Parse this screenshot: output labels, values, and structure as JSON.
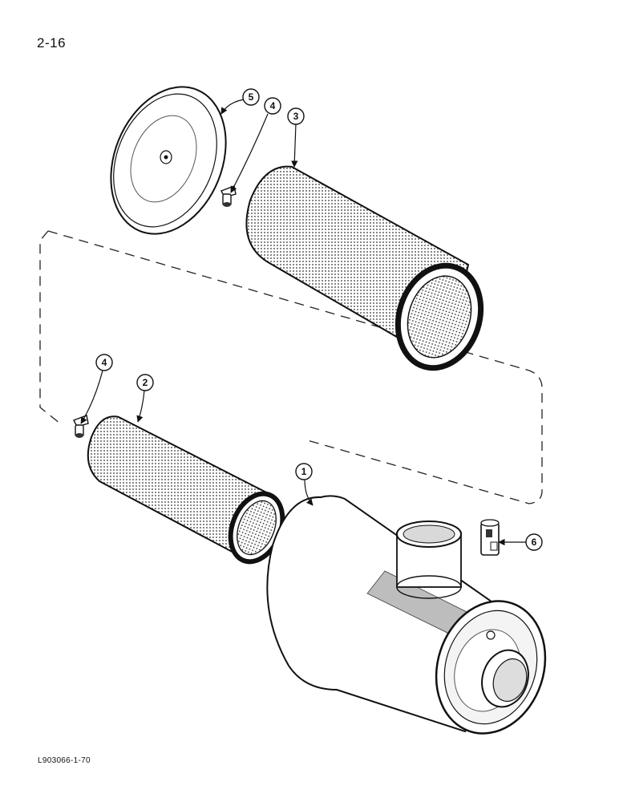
{
  "page_number": "2-16",
  "figure_code": "L903066-1-70",
  "callouts": [
    {
      "id": "callout-5",
      "label": "5"
    },
    {
      "id": "callout-4-upper",
      "label": "4"
    },
    {
      "id": "callout-3",
      "label": "3"
    },
    {
      "id": "callout-4-lower",
      "label": "4"
    },
    {
      "id": "callout-2",
      "label": "2"
    },
    {
      "id": "callout-1",
      "label": "1"
    },
    {
      "id": "callout-6",
      "label": "6"
    }
  ]
}
